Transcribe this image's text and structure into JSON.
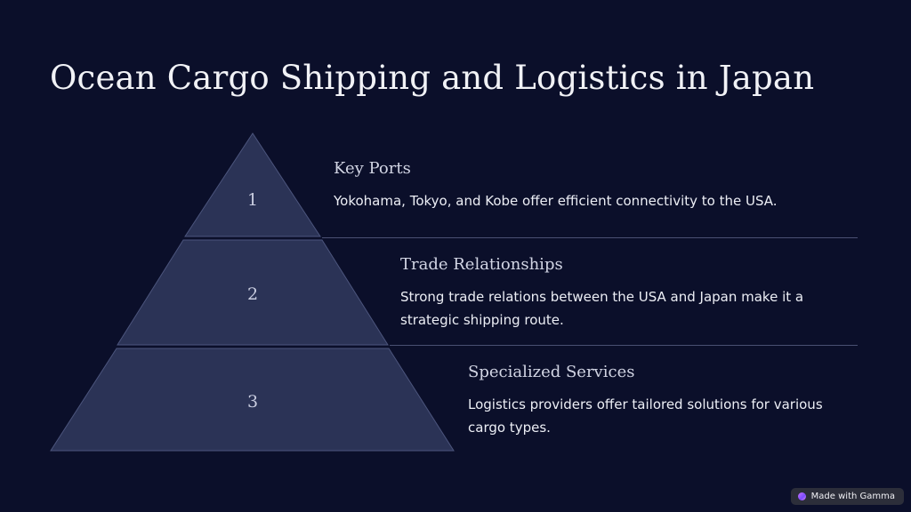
{
  "slide": {
    "title": "Ocean Cargo Shipping and Logistics in Japan"
  },
  "tiers": [
    {
      "number": "1",
      "heading": "Key Ports",
      "text": "Yokohama, Tokyo, and Kobe offer efficient connectivity to the USA."
    },
    {
      "number": "2",
      "heading": "Trade Relationships",
      "text": "Strong trade relations between the USA and Japan make it a strategic shipping route."
    },
    {
      "number": "3",
      "heading": "Specialized Services",
      "text": "Logistics providers offer tailored solutions for various cargo types."
    }
  ],
  "badge": {
    "label": "Made with Gamma",
    "icon": "gamma-logo-icon"
  },
  "colors": {
    "background": "#0b0f2a",
    "pyramid_fill": "#2b3356",
    "pyramid_edge": "#4c557d",
    "divider": "#4a5072"
  }
}
